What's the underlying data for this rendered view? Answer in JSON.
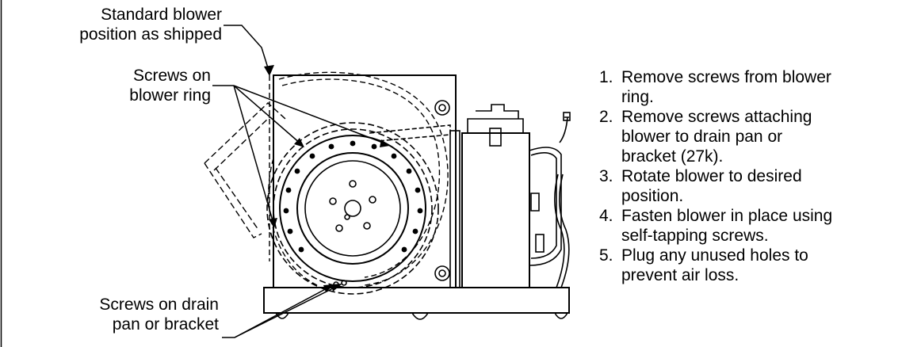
{
  "callouts": {
    "standard_position": [
      "Standard blower",
      "position as shipped"
    ],
    "blower_ring": [
      "Screws on",
      "blower ring"
    ],
    "drain_pan": [
      "Screws on drain",
      "pan or bracket"
    ]
  },
  "steps": [
    {
      "number": "1.",
      "lines": [
        "Remove screws from blower",
        "ring."
      ]
    },
    {
      "number": "2.",
      "lines": [
        "Remove screws attaching",
        "blower to drain pan or",
        "bracket (27k)."
      ]
    },
    {
      "number": "3.",
      "lines": [
        "Rotate blower to desired",
        "position."
      ]
    },
    {
      "number": "4.",
      "lines": [
        "Fasten blower in place using",
        "self-tapping screws."
      ]
    },
    {
      "number": "5.",
      "lines": [
        "Plug any unused holes to",
        "prevent air loss."
      ]
    }
  ]
}
